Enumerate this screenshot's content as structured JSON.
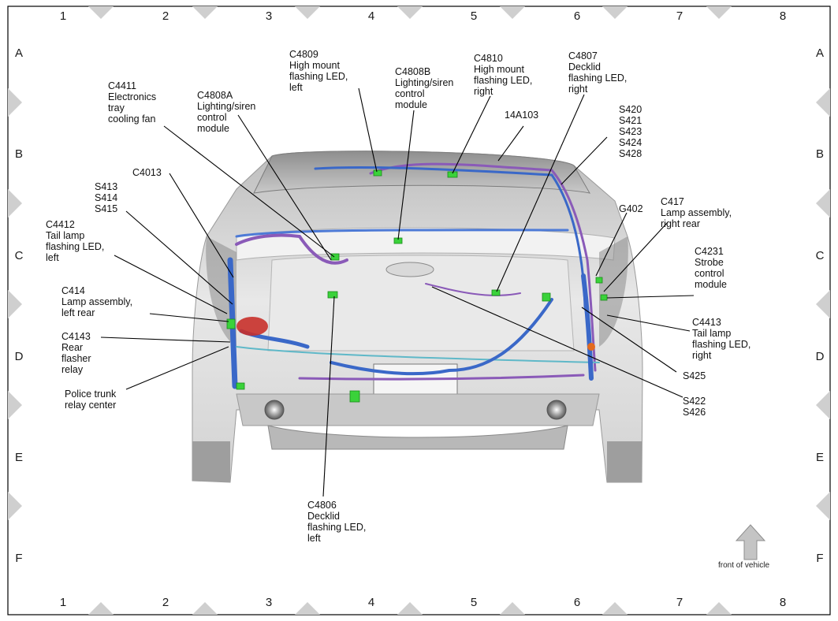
{
  "grid": {
    "columns": [
      "1",
      "2",
      "3",
      "4",
      "5",
      "6",
      "7",
      "8"
    ],
    "rows": [
      "A",
      "B",
      "C",
      "D",
      "E",
      "F"
    ]
  },
  "callouts": {
    "c4809": "C4809\nHigh mount\nflashing LED,\nleft",
    "c4808b": "C4808B\nLighting/siren\ncontrol\nmodule",
    "c4810": "C4810\nHigh mount\nflashing LED,\nright",
    "c4807": "C4807\nDecklid\nflashing LED,\nright",
    "c4411": "C4411\nElectronics\ntray\ncooling fan",
    "c4808a": "C4808A\nLighting/siren\ncontrol\nmodule",
    "h14a103": "14A103",
    "s420": "S420\nS421\nS423\nS424\nS428",
    "c4013": "C4013",
    "s413": "S413\nS414\nS415",
    "g402": "G402",
    "c417": "C417\nLamp assembly,\nright rear",
    "c4412": "C4412\nTail lamp\nflashing LED,\nleft",
    "c4231": "C4231\nStrobe\ncontrol\nmodule",
    "c414": "C414\nLamp assembly,\nleft rear",
    "c4413": "C4413\nTail lamp\nflashing LED,\nright",
    "c4143": "C4143\nRear\nflasher\nrelay",
    "s425": "S425",
    "police": "Police trunk\nrelay center",
    "s422": "S422\nS426",
    "c4806": "C4806\nDecklid\nflashing LED,\nleft"
  },
  "front_of_vehicle": "front of vehicle",
  "colors": {
    "frame": "#000000",
    "marker": "#cfcfcf",
    "body_light": "#e6e6e6",
    "body_dark": "#9a9a9a",
    "harness_blue": "#3a68c8",
    "harness_purple": "#8a5ab8",
    "harness_cyan": "#5fb8c8",
    "connector": "#3ad23a",
    "relay_red": "#c8302a",
    "arrow": "#c4c4c4"
  }
}
